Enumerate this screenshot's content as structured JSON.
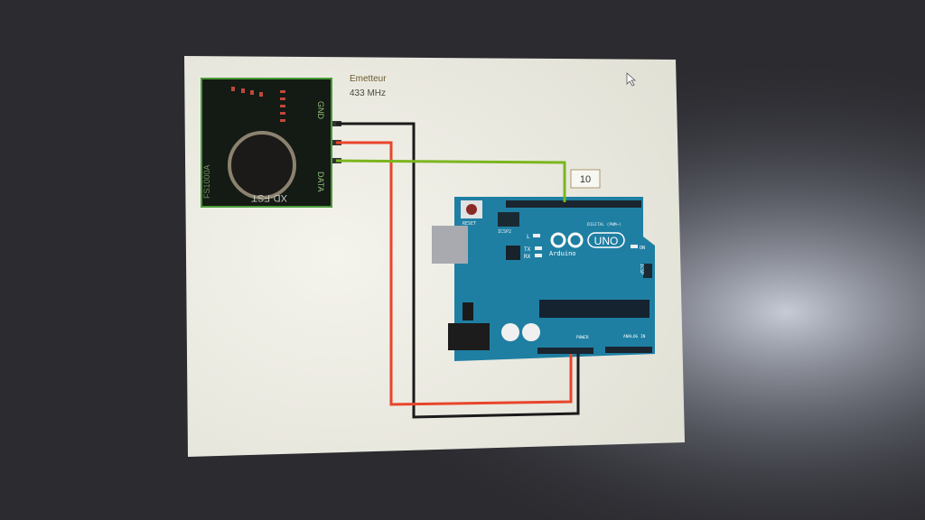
{
  "transmitter": {
    "title_line1": "Emetteur",
    "title_line2": "433 MHz",
    "module_text": "XD-FST",
    "module_code": "FS1000A",
    "pin_gnd": "GND",
    "pin_data": "DATA"
  },
  "pin_label": "10",
  "arduino": {
    "reset": "RESET",
    "icsp2": "ICSP2",
    "icsp": "ICSP",
    "led_l": "L",
    "led_tx": "TX",
    "led_rx": "RX",
    "brand": "Arduino",
    "model": "UNO",
    "on": "ON",
    "digital": "DIGITAL (PWM~)",
    "power": "POWER",
    "analog": "ANALOG IN"
  },
  "colors": {
    "wire_gnd": "#1a1a1a",
    "wire_vcc": "#e8452a",
    "wire_data": "#7cb51f",
    "board": "#1f7fa3",
    "paper": "#ecebe3"
  }
}
